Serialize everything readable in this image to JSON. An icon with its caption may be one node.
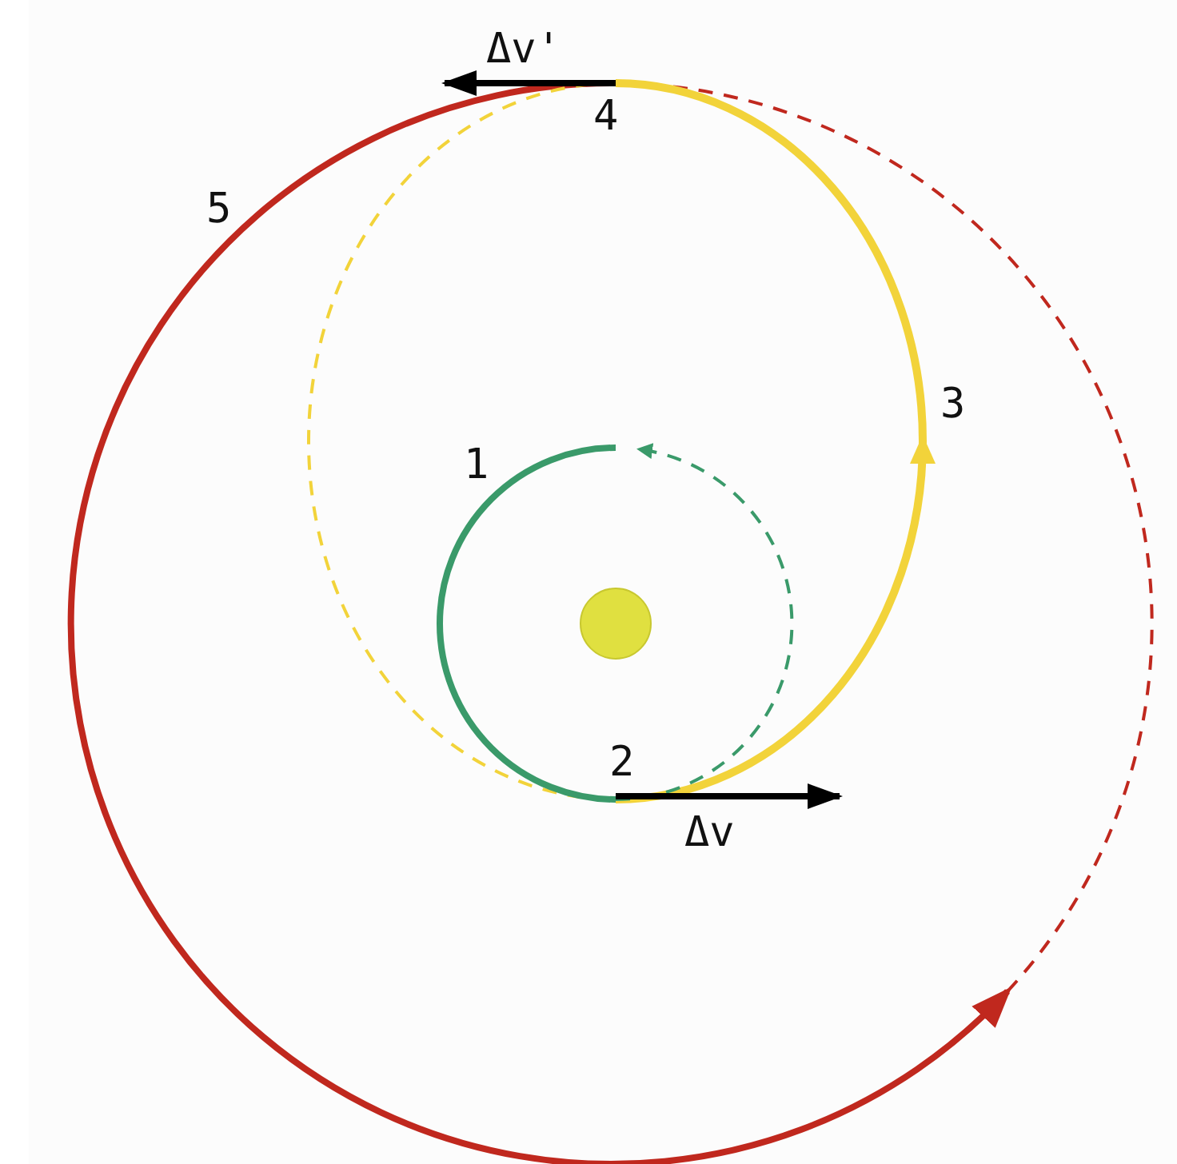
{
  "diagram": {
    "labels": [
      "Δv'",
      "4",
      "5",
      "3",
      "1",
      "2",
      "Δv"
    ]
  }
}
